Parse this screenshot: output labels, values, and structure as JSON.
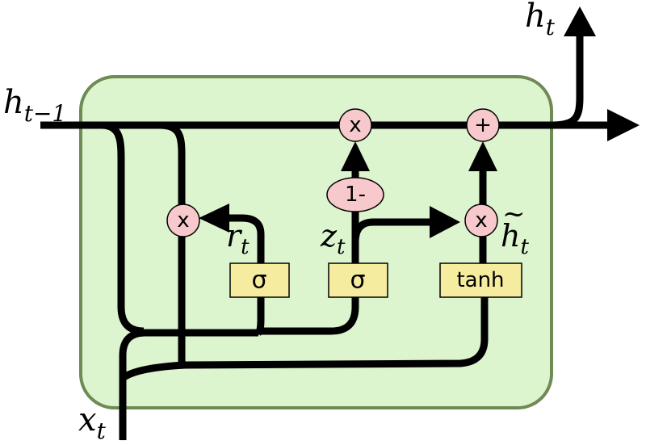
{
  "labels": {
    "h_prev": {
      "base": "h",
      "sub": "t−1"
    },
    "h_out": {
      "base": "h",
      "sub": "t"
    },
    "x_in": {
      "base": "x",
      "sub": "t"
    },
    "r_gate": {
      "base": "r",
      "sub": "t"
    },
    "z_gate": {
      "base": "z",
      "sub": "t"
    },
    "h_cand": {
      "base": "h",
      "sub": "t",
      "accent": "~"
    }
  },
  "operations": {
    "mul_reset": "x",
    "mul_update": "x",
    "mul_candidate": "x",
    "add_output": "+",
    "one_minus": "1-"
  },
  "gates": {
    "reset_sigma": "σ",
    "update_sigma": "σ",
    "candidate_tanh": "tanh"
  },
  "colors": {
    "cell_fill": "#dcf5cf",
    "cell_border": "#6f8a55",
    "operation_fill": "#f7c9cc",
    "gate_fill": "#f5ec9f",
    "wire": "#000000"
  }
}
